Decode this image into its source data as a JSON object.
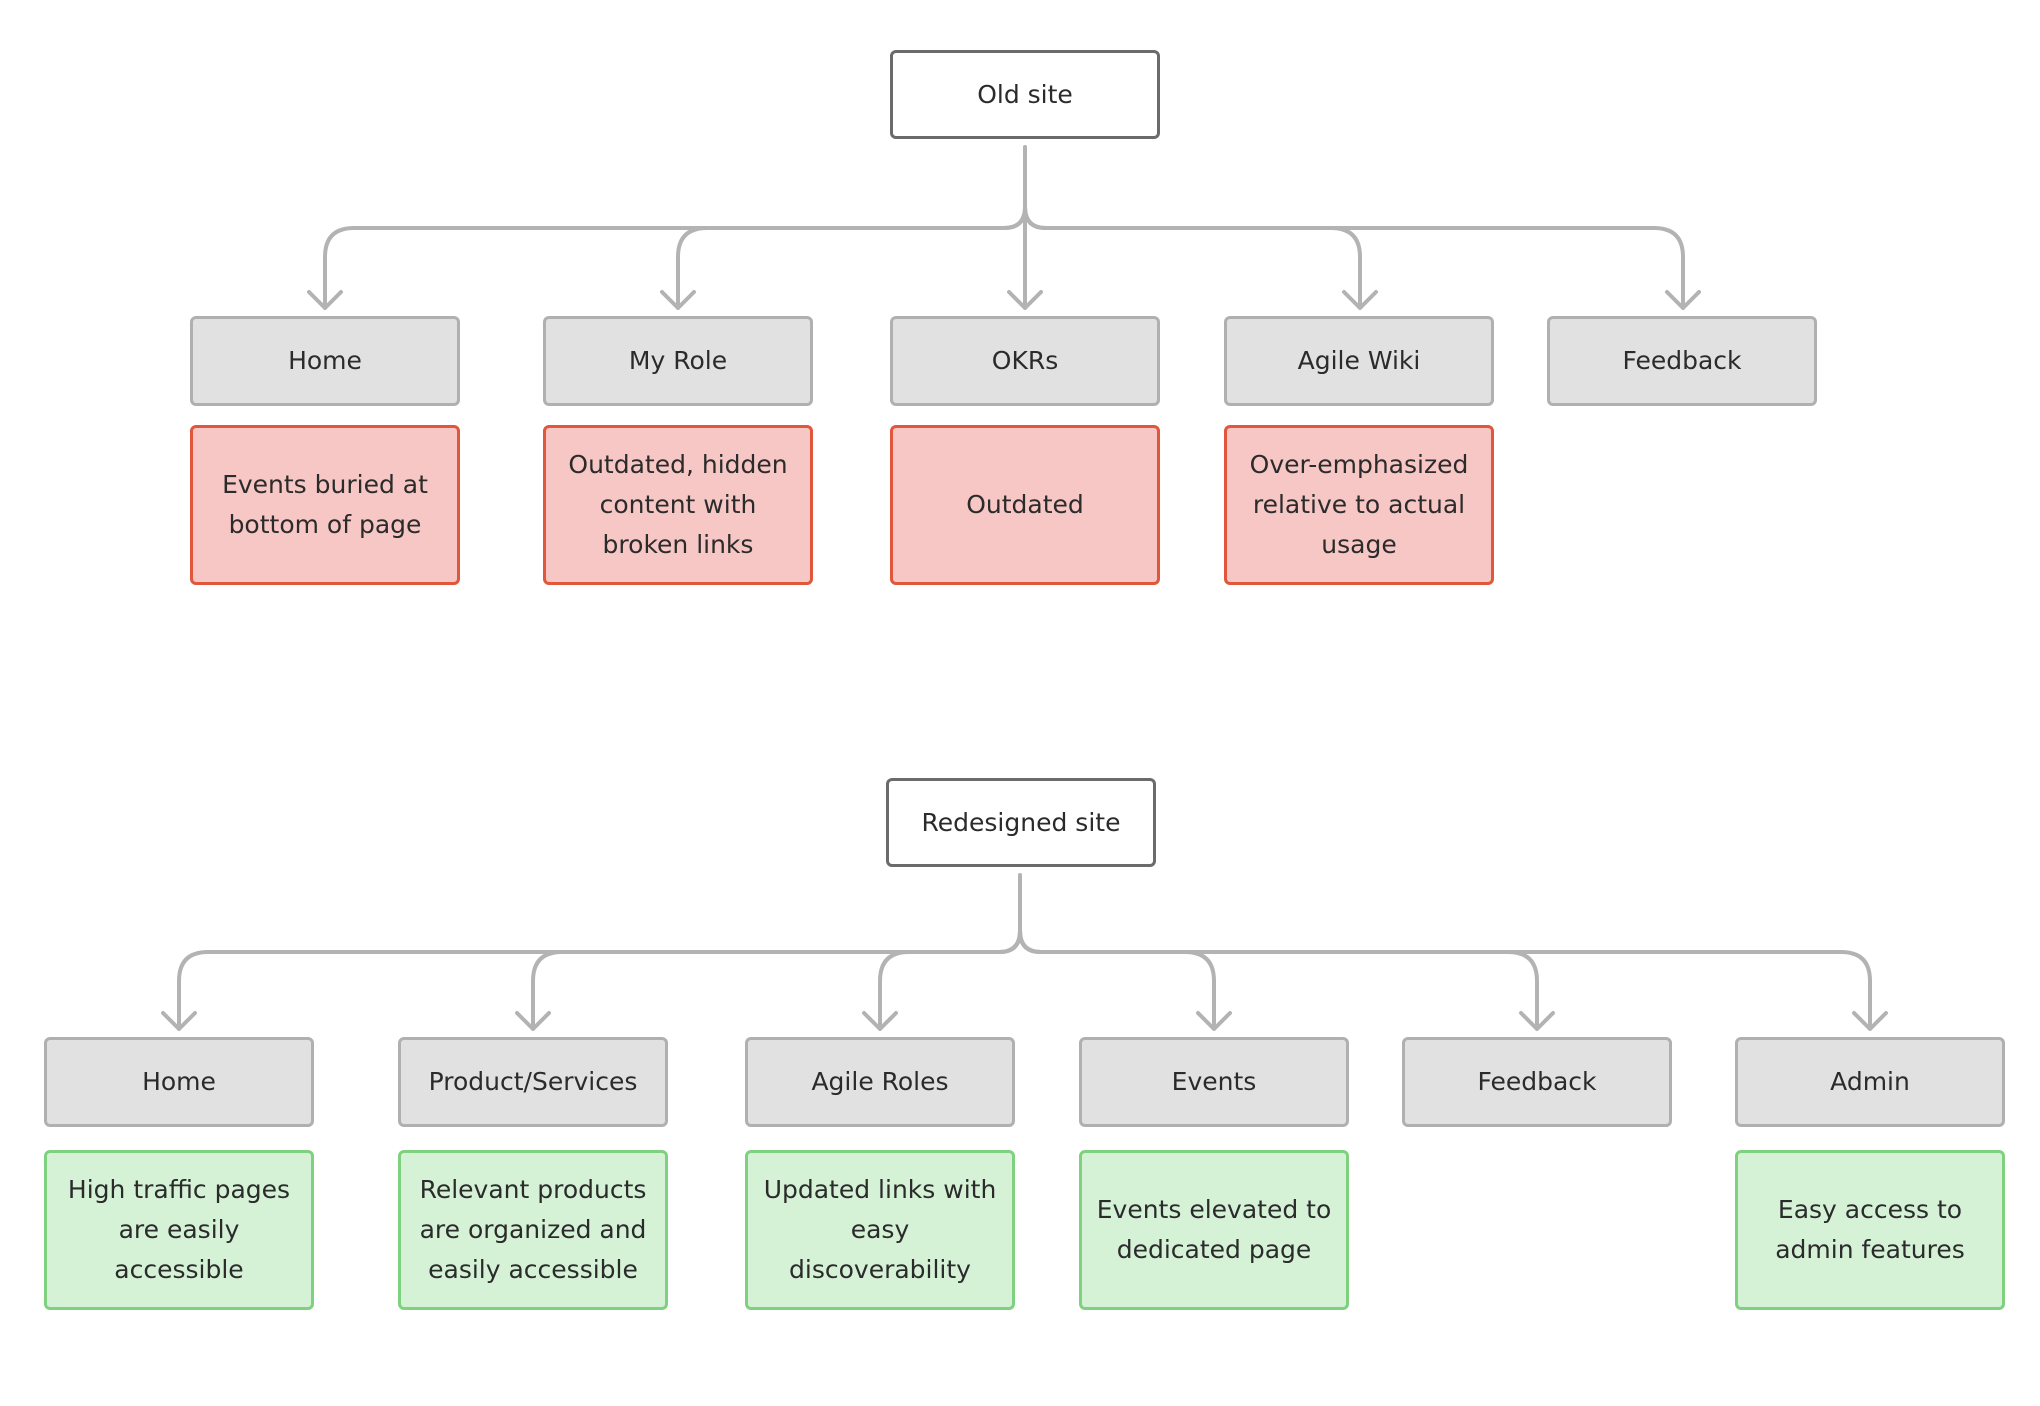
{
  "colors": {
    "connector": "#b3b3b3",
    "root_border": "#6b6b6b",
    "page_fill": "#e1e1e1",
    "page_border": "#b0b0b0",
    "issue_fill": "#f6c7c4",
    "issue_border": "#e0573b",
    "improvement_fill": "#d5f2d7",
    "improvement_border": "#7fd17f"
  },
  "old_site": {
    "title": "Old site",
    "pages": [
      {
        "label": "Home",
        "note": "Events buried at bottom of page"
      },
      {
        "label": "My Role",
        "note": "Outdated, hidden content with broken links"
      },
      {
        "label": "OKRs",
        "note": "Outdated"
      },
      {
        "label": "Agile Wiki",
        "note": "Over-emphasized relative to actual usage"
      },
      {
        "label": "Feedback",
        "note": null
      }
    ]
  },
  "redesigned_site": {
    "title": "Redesigned site",
    "pages": [
      {
        "label": "Home",
        "note": "High traffic pages are easily accessible"
      },
      {
        "label": "Product/Services",
        "note": "Relevant products are organized and easily accessible"
      },
      {
        "label": "Agile Roles",
        "note": "Updated links with easy discoverability"
      },
      {
        "label": "Events",
        "note": "Events elevated to dedicated page"
      },
      {
        "label": "Feedback",
        "note": null
      },
      {
        "label": "Admin",
        "note": "Easy access to admin features"
      }
    ]
  }
}
